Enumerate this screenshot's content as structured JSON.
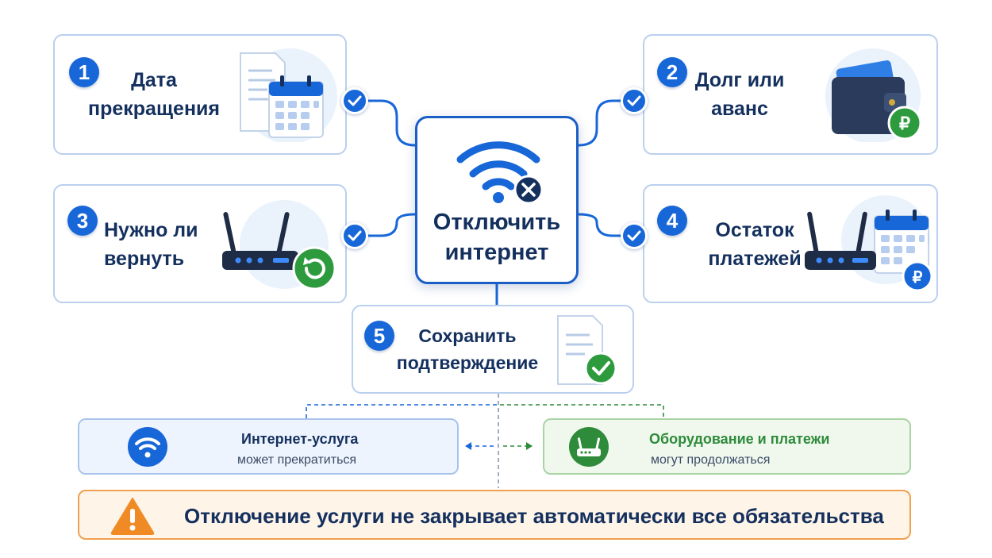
{
  "center": {
    "title": "Отключить интернет",
    "icon": "wifi-off-icon"
  },
  "steps": [
    {
      "number": "1",
      "label": "Дата прекращения",
      "icon": "document-calendar-icon"
    },
    {
      "number": "2",
      "label": "Долг или аванс",
      "icon": "wallet-ruble-icon"
    },
    {
      "number": "3",
      "label": "Нужно ли вернуть",
      "icon": "router-return-icon"
    },
    {
      "number": "4",
      "label": "Остаток платежей",
      "icon": "router-calendar-ruble-icon"
    },
    {
      "number": "5",
      "label": "Сохранить подтверждение",
      "icon": "document-check-icon"
    }
  ],
  "info": {
    "left": {
      "title": "Интернет-услуга",
      "subtitle": "может прекратиться",
      "icon": "wifi-icon"
    },
    "right": {
      "title": "Оборудование и платежи",
      "subtitle": "могут продолжаться",
      "icon": "router-icon"
    }
  },
  "warning": {
    "text": "Отключение услуги не закрывает автоматически все обязательства",
    "icon": "warning-icon"
  },
  "colors": {
    "primary": "#1867d8",
    "navy": "#14305e",
    "green": "#2e8b3a",
    "orange": "#f08a24",
    "card_border": "#b9d0ef"
  }
}
